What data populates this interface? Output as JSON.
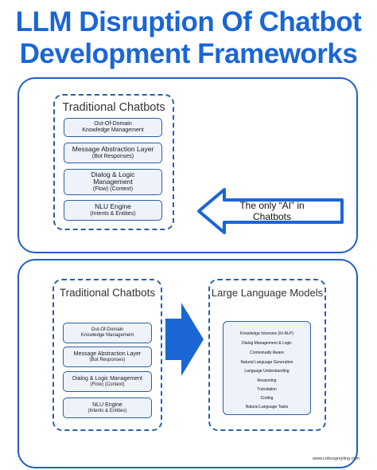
{
  "title_line1": "LLM Disruption Of Chatbot",
  "title_line2": "Development Frameworks",
  "top": {
    "group_title": "Traditional Chatbots",
    "boxes": [
      {
        "l1": "Out-Of-Domain",
        "l2": "Knowledge Management"
      },
      {
        "l1": "Message Abstraction Layer",
        "l2": "(Bot Responses)"
      },
      {
        "l1": "Dialog & Logic",
        "l2": "Management",
        "l3": "(Flow) (Context)"
      },
      {
        "l1": "NLU Engine",
        "l2": "(Intents & Entities)"
      }
    ],
    "arrow_label_l1": "The only “AI” in",
    "arrow_label_l2": "Chatbots"
  },
  "bottom": {
    "left_title": "Traditional Chatbots",
    "left_boxes": [
      {
        "l1": "Out-Of-Domain",
        "l2": "Knowledge Management"
      },
      {
        "l1": "Message Abstraction Layer",
        "l2": "(Bot Responses)"
      },
      {
        "l1": "Dialog & Logic Management",
        "l2": "(Flow) (Context)"
      },
      {
        "l1": "NLU Engine",
        "l2": "(Intents & Entities)"
      }
    ],
    "right_title": "Large Language Models",
    "capabilities": [
      "Knowledge Intensive (KI-NLP)",
      "Dialog Management & Logic",
      "Contextually Aware",
      "Natural Language Generation",
      "Language Understanding",
      "Reasoning",
      "Translation",
      "Coding",
      "Natural Language Tasks"
    ]
  },
  "footer": "www.cobusgreyling.com",
  "colors": {
    "title": "#1a66d6",
    "border": "#2a5fa8",
    "box_fill": "#edf2fb",
    "arrow": "#1a66d6"
  }
}
